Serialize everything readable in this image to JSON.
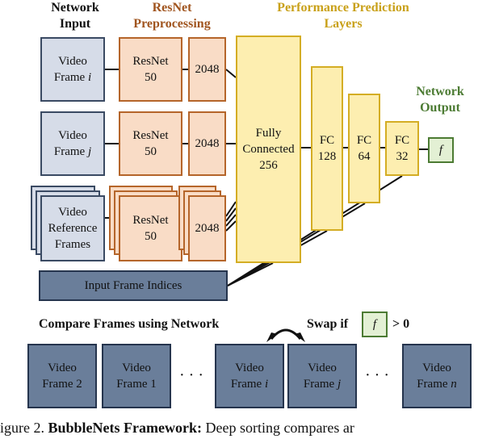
{
  "headers": {
    "network_input": [
      "Network",
      "Input"
    ],
    "resnet_pre": [
      "ResNet",
      "Preprocessing"
    ],
    "perf_layers": [
      "Performance Prediction",
      "Layers"
    ],
    "network_output": [
      "Network",
      "Output"
    ]
  },
  "inputs": {
    "frame_i": [
      "Video",
      "Frame",
      "i"
    ],
    "frame_j": [
      "Video",
      "Frame",
      "j"
    ],
    "reference": [
      "Video",
      "Reference",
      "Frames"
    ],
    "indices": "Input Frame Indices"
  },
  "resnet": {
    "label": [
      "ResNet",
      "50"
    ],
    "feature_dim": "2048"
  },
  "layers": {
    "fc256": [
      "Fully",
      "Connected",
      "256"
    ],
    "fc128": [
      "FC",
      "128"
    ],
    "fc64": [
      "FC",
      "64"
    ],
    "fc32": [
      "FC",
      "32"
    ],
    "output": "f"
  },
  "compare": {
    "title": "Compare Frames using Network",
    "swap_prefix": "Swap if",
    "swap_symbol": "f",
    "swap_suffix": "> 0",
    "dots": "· · ·",
    "frames": [
      {
        "top": "Video",
        "bottom": "Frame 2",
        "var": ""
      },
      {
        "top": "Video",
        "bottom": "Frame 1",
        "var": ""
      },
      {
        "top": "Video",
        "bottom": "Frame",
        "var": "i"
      },
      {
        "top": "Video",
        "bottom": "Frame",
        "var": "j"
      },
      {
        "top": "Video",
        "bottom": "Frame",
        "var": "n"
      }
    ]
  },
  "caption": {
    "prefix": "igure 2. ",
    "bold": "BubbleNets Framework:",
    "rest": " Deep sorting compares ar"
  },
  "colors": {
    "input_fill": "#d6dce8",
    "input_border": "#3a4a63",
    "resnet_fill": "#f9dcc6",
    "resnet_border": "#b5652a",
    "resnet_title": "#a0541e",
    "fc_fill": "#fdeeb0",
    "fc_border": "#d4ad24",
    "fc_title": "#c9a11a",
    "output_fill": "#e3f0d4",
    "output_border": "#4c7b33",
    "output_title": "#4c7b33",
    "indices_fill": "#6a7e9a"
  }
}
